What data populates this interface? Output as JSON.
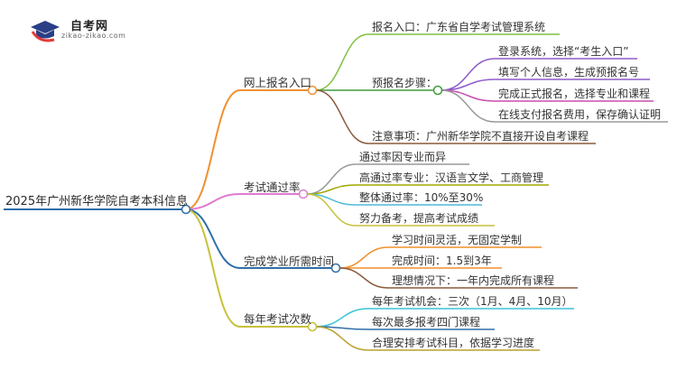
{
  "logo": {
    "title": "自考网",
    "url": "zikao-zikao.com",
    "colors": {
      "cap": "#2b3f86",
      "accent": "#e23b3b"
    }
  },
  "mindmap": {
    "root": "2025年广州新华学院自考本科信息",
    "branches": [
      {
        "label": "网上报名入口",
        "color": "#f0912f",
        "children": [
          {
            "label": "报名入口：广东省自学考试管理系统",
            "color": "#7fc241"
          },
          {
            "label": "预报名步骤：",
            "color": "#3f9b3a",
            "children": [
              {
                "label": "登录系统，选择“考生入口”",
                "color": "#8e5cc9"
              },
              {
                "label": "填写个人信息，生成预报名号",
                "color": "#8e5cc9"
              },
              {
                "label": "完成正式报名，选择专业和课程",
                "color": "#c84fae"
              },
              {
                "label": "在线支付报名费用，保存确认证明",
                "color": "#9a9a9a"
              }
            ]
          },
          {
            "label": "注意事项：广州新华学院不直接开设自考课程",
            "color": "#8b5a3c"
          }
        ]
      },
      {
        "label": "考试通过率",
        "color": "#e07ad0",
        "children": [
          {
            "label": "通过率因专业而异",
            "color": "#9a9a9a"
          },
          {
            "label": "高通过率专业：汉语言文学、工商管理",
            "color": "#a0a800"
          },
          {
            "label": "整体通过率：10%至30%",
            "color": "#4dbad6"
          },
          {
            "label": "努力备考，提高考试成绩",
            "color": "#c7c13a"
          }
        ]
      },
      {
        "label": "完成学业所需时间",
        "color": "#2f6fa8",
        "children": [
          {
            "label": "学习时间灵活，无固定学制",
            "color": "#f0912f"
          },
          {
            "label": "完成时间：1.5到3年",
            "color": "#f0912f"
          },
          {
            "label": "理想情况下：一年内完成所有课程",
            "color": "#8b5a3c"
          }
        ]
      },
      {
        "label": "每年考试次数",
        "color": "#c7c13a",
        "children": [
          {
            "label": "每年考试机会：三次（1月、4月、10月）",
            "color": "#3cc4d8"
          },
          {
            "label": "每次最多报考四门课程",
            "color": "#2f6fa8"
          },
          {
            "label": "合理安排考试科目，依据学习进度",
            "color": "#b8a02e"
          }
        ]
      }
    ]
  }
}
